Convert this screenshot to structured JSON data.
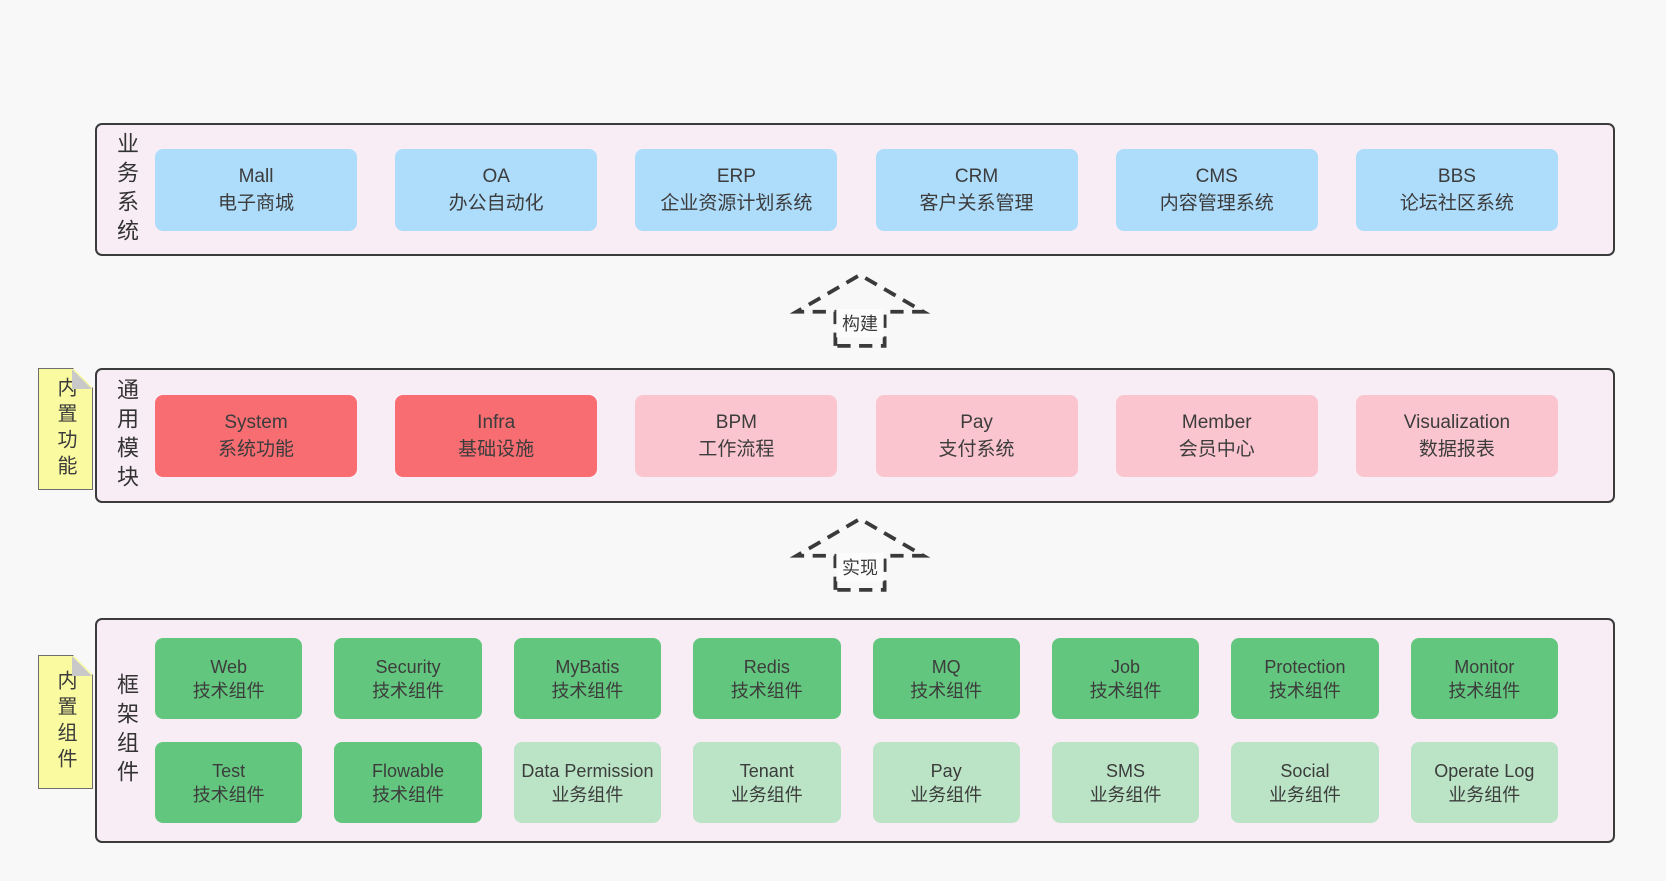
{
  "colors": {
    "pageBg": "#f8f8f8",
    "panelBg": "#f8edf5",
    "panelBorder": "#3b3b3b",
    "blue": "#aedcfb",
    "red": "#f76d72",
    "pink": "#fbc5d0",
    "greenDark": "#63c67e",
    "greenLight": "#bae4c5",
    "noteYellow": "#fafaa0",
    "text": "#3c3c3c",
    "arrow": "#3a3a3a"
  },
  "arrows": {
    "build": "构建",
    "implement": "实现"
  },
  "sections": {
    "business": {
      "label": "业务系统",
      "items": [
        {
          "en": "Mall",
          "zh": "电子商城"
        },
        {
          "en": "OA",
          "zh": "办公自动化"
        },
        {
          "en": "ERP",
          "zh": "企业资源计划系统"
        },
        {
          "en": "CRM",
          "zh": "客户关系管理"
        },
        {
          "en": "CMS",
          "zh": "内容管理系统"
        },
        {
          "en": "BBS",
          "zh": "论坛社区系统"
        }
      ]
    },
    "modules": {
      "label": "通用模块",
      "note": "内置功能",
      "items": [
        {
          "en": "System",
          "zh": "系统功能"
        },
        {
          "en": "Infra",
          "zh": "基础设施"
        },
        {
          "en": "BPM",
          "zh": "工作流程"
        },
        {
          "en": "Pay",
          "zh": "支付系统"
        },
        {
          "en": "Member",
          "zh": "会员中心"
        },
        {
          "en": "Visualization",
          "zh": "数据报表"
        }
      ]
    },
    "components": {
      "label": "框架组件",
      "note": "内置组件",
      "row1": [
        {
          "en": "Web",
          "zh": "技术组件"
        },
        {
          "en": "Security",
          "zh": "技术组件"
        },
        {
          "en": "MyBatis",
          "zh": "技术组件"
        },
        {
          "en": "Redis",
          "zh": "技术组件"
        },
        {
          "en": "MQ",
          "zh": "技术组件"
        },
        {
          "en": "Job",
          "zh": "技术组件"
        },
        {
          "en": "Protection",
          "zh": "技术组件"
        },
        {
          "en": "Monitor",
          "zh": "技术组件"
        }
      ],
      "row2": [
        {
          "en": "Test",
          "zh": "技术组件"
        },
        {
          "en": "Flowable",
          "zh": "技术组件"
        },
        {
          "en": "Data Permission",
          "zh": "业务组件"
        },
        {
          "en": "Tenant",
          "zh": "业务组件"
        },
        {
          "en": "Pay",
          "zh": "业务组件"
        },
        {
          "en": "SMS",
          "zh": "业务组件"
        },
        {
          "en": "Social",
          "zh": "业务组件"
        },
        {
          "en": "Operate Log",
          "zh": "业务组件"
        }
      ]
    }
  }
}
